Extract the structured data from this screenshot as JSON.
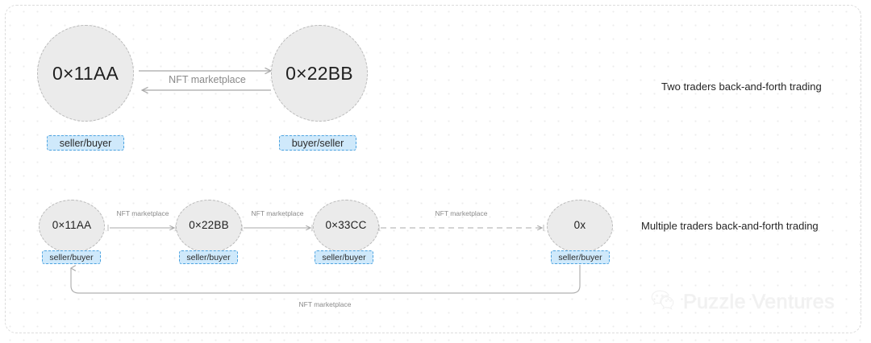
{
  "diagram": {
    "title_hidden": "",
    "sections": [
      {
        "caption": "Two traders back-and-forth trading",
        "nodes": [
          {
            "id": "n1",
            "label": "0×11AA",
            "badge": "seller/buyer"
          },
          {
            "id": "n2",
            "label": "0×22BB",
            "badge": "buyer/seller"
          }
        ],
        "edges": [
          {
            "label": "NFT marketplace",
            "style": "solid",
            "direction": "right"
          },
          {
            "label": "",
            "style": "solid",
            "direction": "left"
          }
        ]
      },
      {
        "caption": "Multiple traders back-and-forth trading",
        "nodes": [
          {
            "id": "m1",
            "label": "0×11AA",
            "badge": "seller/buyer"
          },
          {
            "id": "m2",
            "label": "0×22BB",
            "badge": "seller/buyer"
          },
          {
            "id": "m3",
            "label": "0×33CC",
            "badge": "seller/buyer"
          },
          {
            "id": "m4",
            "label": "0x",
            "badge": "seller/buyer"
          }
        ],
        "edges": [
          {
            "label": "NFT marketplace",
            "style": "solid",
            "direction": "right"
          },
          {
            "label": "NFT marketplace",
            "style": "solid",
            "direction": "right"
          },
          {
            "label": "NFT marketplace",
            "style": "dashed",
            "direction": "right"
          },
          {
            "label": "NFT marketplace",
            "style": "solid",
            "direction": "loop-back"
          }
        ]
      }
    ]
  },
  "watermark": {
    "icon": "wechat-logo-icon",
    "text": "Puzzle Ventures"
  },
  "colors": {
    "node_fill": "#ebebeb",
    "node_border": "#b9b9b9",
    "badge_fill": "#cfe9fb",
    "badge_border": "#4da3e0",
    "edge": "#a8a8a8",
    "text": "#252525",
    "grid_dot": "#ececec"
  }
}
